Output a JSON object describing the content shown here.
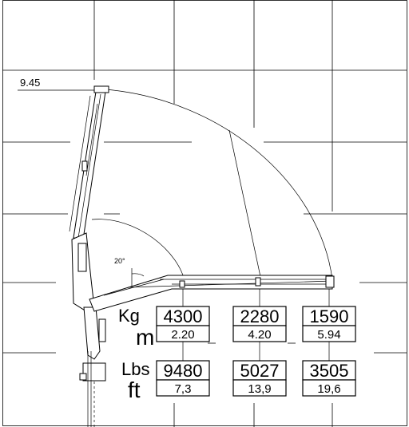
{
  "reach": {
    "max_height": "9.45",
    "angle": "20°"
  },
  "labels": {
    "kg": "Kg",
    "m": "m",
    "lbs": "Lbs",
    "ft": "ft"
  },
  "columns": [
    {
      "kg": "4300",
      "m": "2.20",
      "lbs": "9480",
      "ft": "7,3"
    },
    {
      "kg": "2280",
      "m": "4.20",
      "lbs": "5027",
      "ft": "13,9"
    },
    {
      "kg": "1590",
      "m": "5.94",
      "lbs": "3505",
      "ft": "19,6"
    }
  ]
}
